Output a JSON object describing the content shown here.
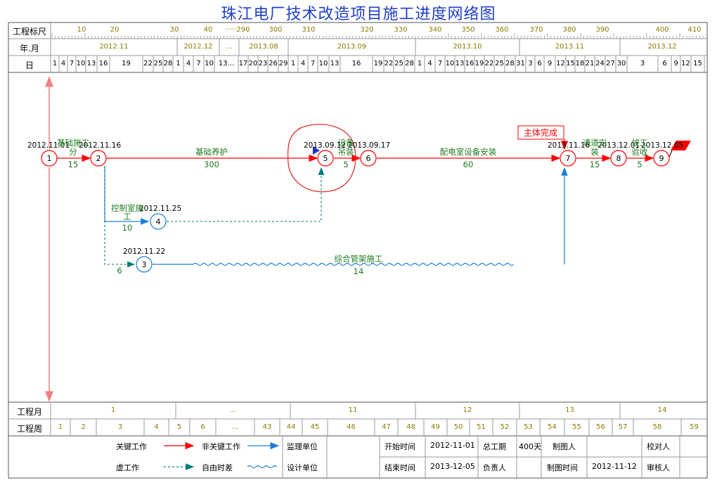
{
  "title": "珠江电厂技术改造项目施工进度网络图",
  "header": {
    "scale_label": "工程标尺",
    "month_label": "年.月",
    "day_label": "日",
    "scale_ticks": [
      "10",
      "20",
      "30",
      "40",
      "·····290",
      "300",
      "310",
      "320",
      "330",
      "340",
      "350",
      "360",
      "370",
      "380",
      "390",
      "400",
      "410"
    ],
    "months": [
      "2012.11",
      "2012.12",
      "...",
      "2013.08",
      "2013.09",
      "2013.10",
      "2013.11",
      "2013.12"
    ],
    "days_a": [
      "1",
      "4",
      "7",
      "10",
      "13",
      "16",
      "19",
      "22",
      "25",
      "28",
      "1",
      "4",
      "7",
      "10",
      "13...",
      "17",
      "20",
      "23",
      "26",
      "29",
      "1",
      "4",
      "7",
      "10",
      "13",
      "16",
      "19",
      "22",
      "25",
      "28",
      "1",
      "4",
      "7",
      "10",
      "13",
      "16",
      "19",
      "22",
      "25",
      "28",
      "31",
      "3",
      "6",
      "9",
      "12",
      "15",
      "18",
      "21",
      "24",
      "27",
      "30",
      "3",
      "6",
      "9",
      "12",
      "15"
    ]
  },
  "footer": {
    "proj_month_label": "工程月",
    "proj_week_label": "工程周",
    "proj_months": [
      "1",
      "...",
      "11",
      "12",
      "13",
      "14"
    ],
    "proj_weeks": [
      "1",
      "2",
      "3",
      "4",
      "5",
      "6",
      "...",
      "43",
      "44",
      "45",
      "46",
      "47",
      "48",
      "49",
      "50",
      "51",
      "52",
      "53",
      "54",
      "55",
      "56",
      "57",
      "58",
      "59"
    ]
  },
  "legend": {
    "critical": "关键工作",
    "noncritical": "非关键工作",
    "dummy": "虚工作",
    "free_float": "自由时差",
    "supervisor": "监理单位",
    "designer": "设计单位",
    "start_label": "开始时间",
    "start_value": "2012-11-01",
    "end_label": "结束时间",
    "end_value": "2013-12-05",
    "duration_label": "总工期",
    "duration_value": "400天",
    "owner_label": "负责人",
    "drawer_label": "制图人",
    "draw_time_label": "制图时间",
    "draw_time_value": "2012-11-12",
    "checker_label": "校对人",
    "reviewer_label": "审核人"
  },
  "network": {
    "nodes": [
      "1",
      "2",
      "3",
      "4",
      "5",
      "6",
      "7",
      "8",
      "9"
    ],
    "dates": {
      "n1": "2012.11.01",
      "n2": "2012.11.16",
      "n4": "2012.11.25",
      "n3": "2012.11.22",
      "n5": "2013.09.12",
      "n6": "2013.09.17",
      "n7": "2013.11.16",
      "n8": "2013.12.01",
      "n9": "2013.12.05"
    },
    "tasks": {
      "t12_name": "基础施工",
      "t12_name2": "分",
      "t12_dur": "15",
      "t25_name": "基础养护",
      "t25_dur": "300",
      "t56_name": "设备",
      "t56_name2": "吊装",
      "t56_dur": "5",
      "t67_name": "配电室设备安装",
      "t67_dur": "60",
      "t78_name": "通道安",
      "t78_name2": "装",
      "t78_dur": "15",
      "t89_name": "竣工",
      "t89_name2": "验收",
      "t89_dur": "5",
      "t24_name": "控制室施",
      "t24_name2": "工",
      "t24_dur": "10",
      "t13_dur": "6",
      "t37_name": "综合管架施工",
      "t37_dur": "14"
    },
    "milestone": "主体完成"
  },
  "colors": {
    "critical": "#ff0000",
    "noncritical": "#1a7fd6",
    "dummy": "#007a7a",
    "text_green": "#1e7b1e",
    "scale_text": "#8a7a00",
    "title": "#1f3fc9"
  }
}
